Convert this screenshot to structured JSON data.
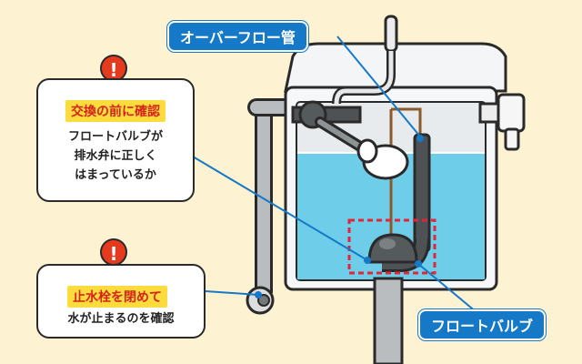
{
  "labels": {
    "overflow_pipe": "オーバーフロー管",
    "float_valve": "フロートバルブ"
  },
  "callouts": [
    {
      "title": "交換の前に確認",
      "lines": [
        "フロートバルブが",
        "排水弁に正しく",
        "はまっているか"
      ]
    },
    {
      "title": "止水栓を閉めて",
      "lines": [
        "水が止まるのを確認"
      ]
    }
  ],
  "icons": {
    "alert": "exclamation-icon",
    "alert_glyph": "!"
  },
  "colors": {
    "background": "#fdf3d2",
    "water": "#6ecde9",
    "label_blue": "#1679c8",
    "accent_red": "#e63a1f",
    "highlight_yellow": "#fbdc3c",
    "title_red": "#d5231c",
    "dashed_red": "#e0263b",
    "tank_wall": "#eef1f2",
    "pipe_gray": "#a9adaf",
    "float_brown": "#8a5a2b"
  }
}
